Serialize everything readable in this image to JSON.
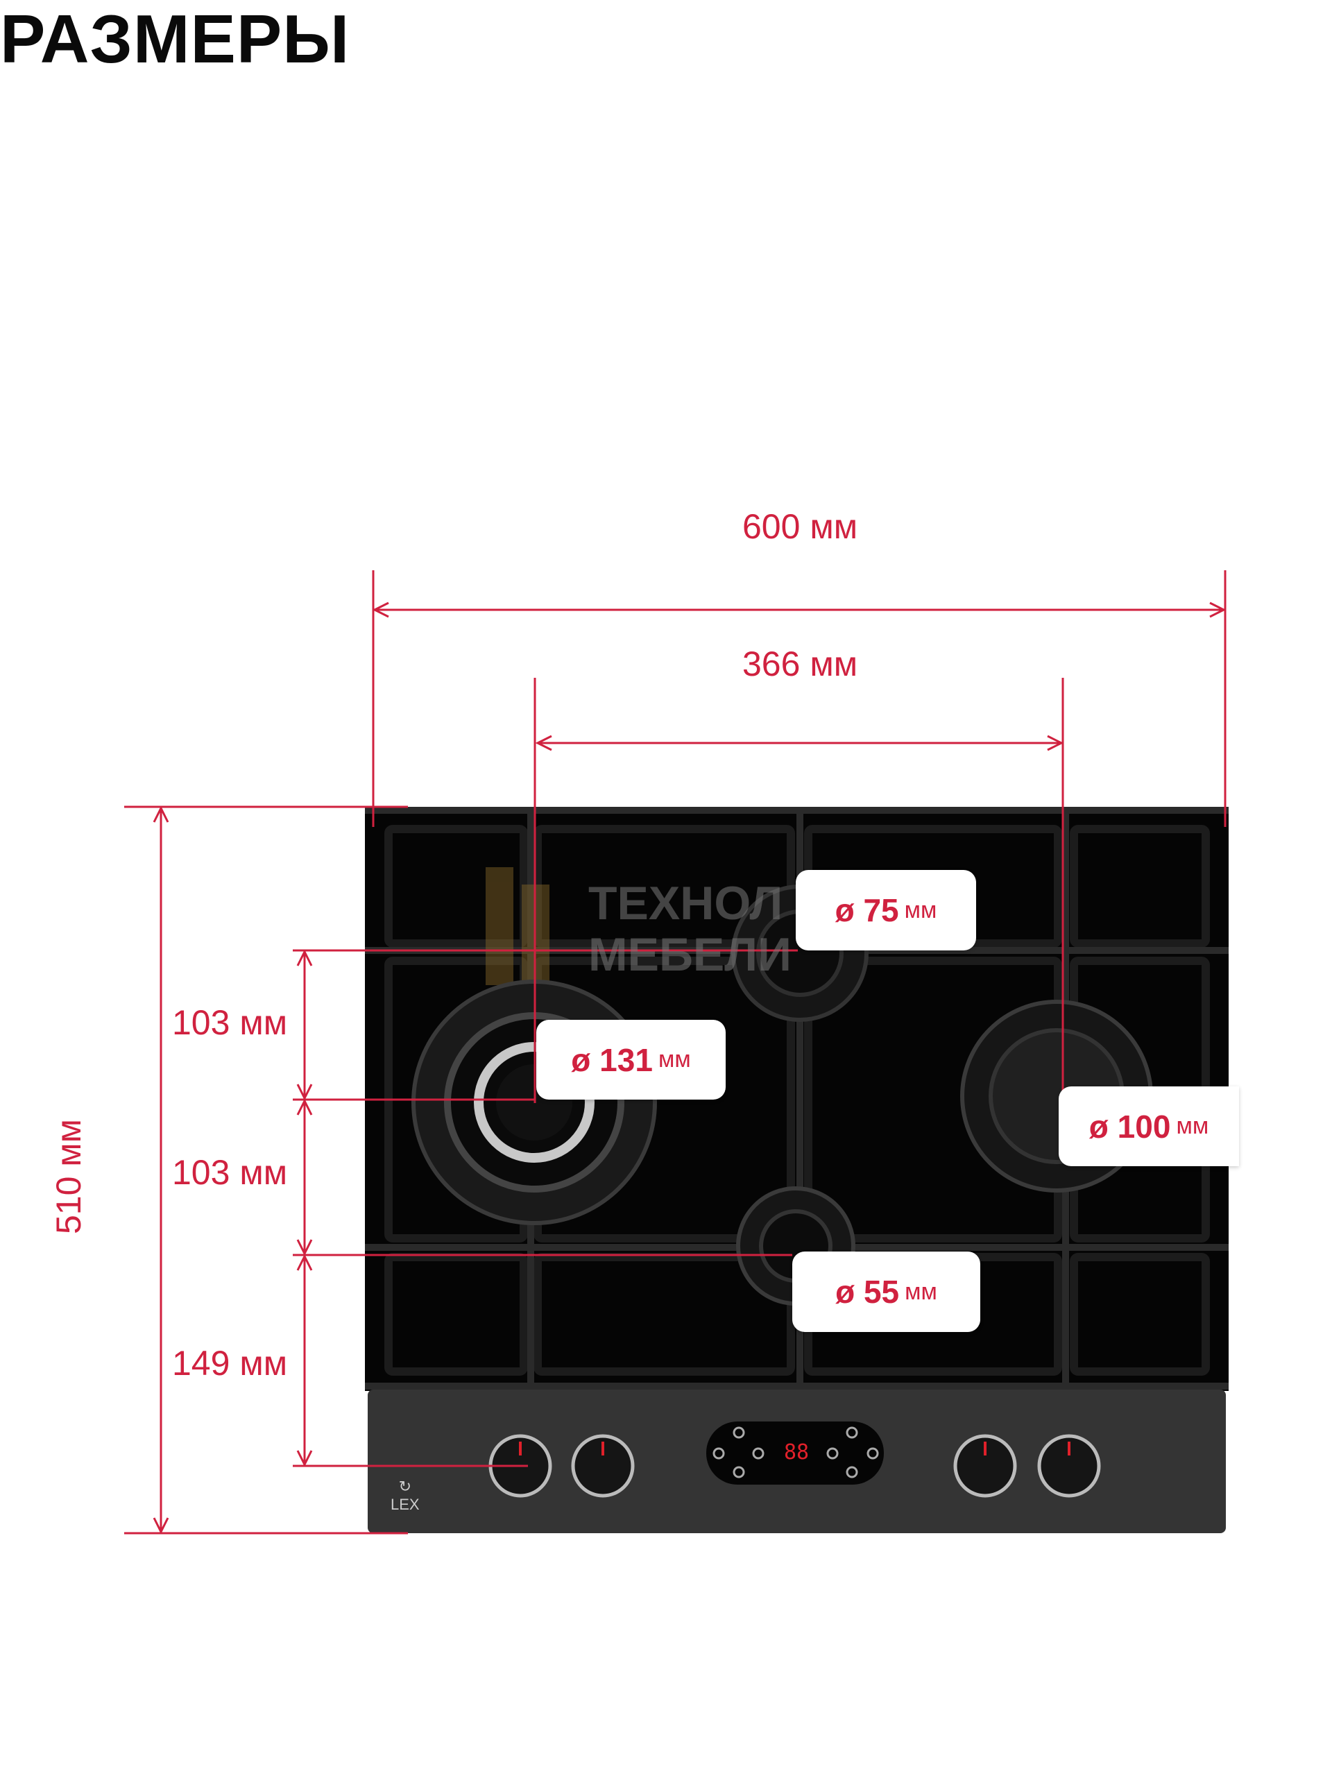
{
  "title": "РАЗМЕРЫ",
  "dimensions": {
    "total_width": "600 мм",
    "burner_span": "366 мм",
    "total_depth": "510 мм",
    "offset_1": "103 мм",
    "offset_2": "103 мм",
    "offset_3": "149 мм"
  },
  "burners": [
    {
      "diameter": "ø 75",
      "unit": "мм"
    },
    {
      "diameter": "ø 131",
      "unit": "мм"
    },
    {
      "diameter": "ø 100",
      "unit": "мм"
    },
    {
      "diameter": "ø 55",
      "unit": "мм"
    }
  ],
  "watermark": {
    "line1": "ТЕХНОЛ",
    "line2": "МЕБЕЛИ"
  },
  "brand": "LEX",
  "display_readout": "88",
  "colors": {
    "accent": "#d0213f",
    "glass": "#050505",
    "panel": "#333333",
    "display": "#e0202a"
  }
}
